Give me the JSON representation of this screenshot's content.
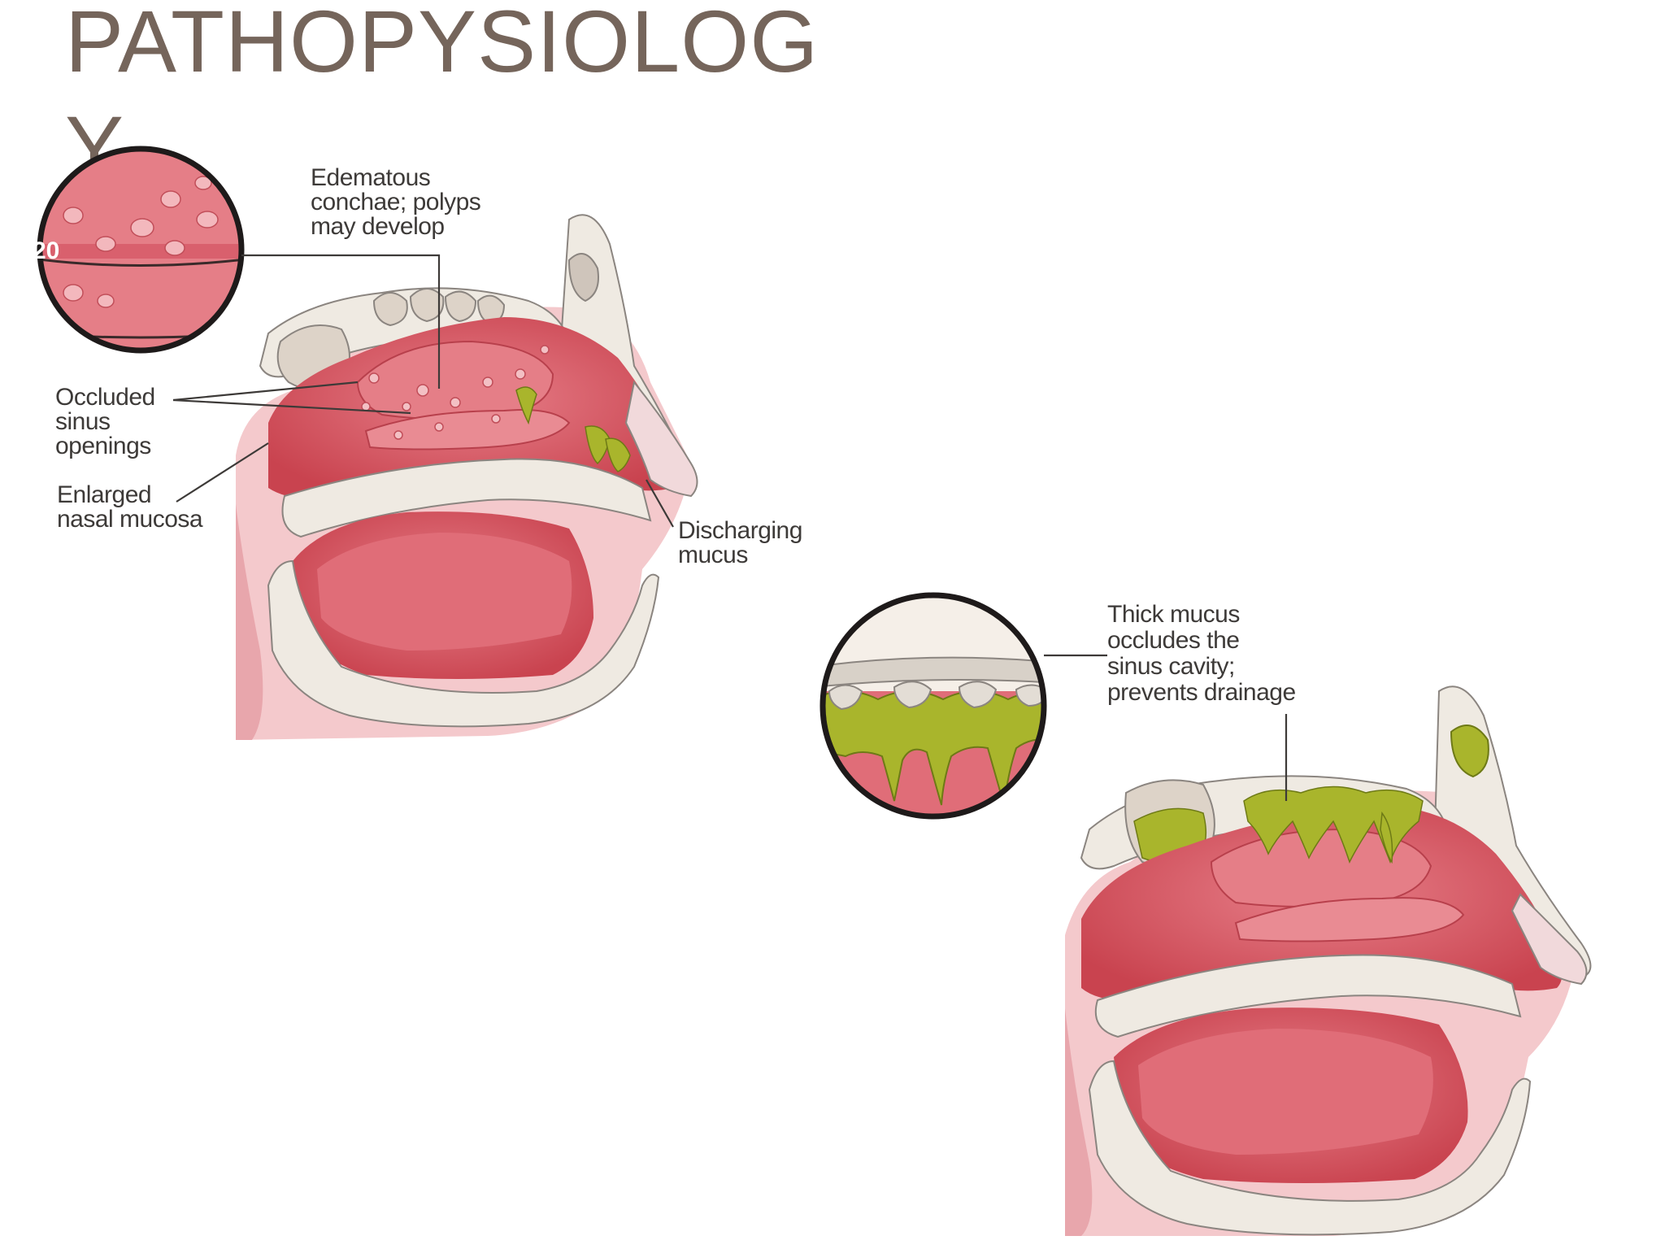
{
  "slide": {
    "title": "PATHOPYSIOLOGY",
    "slide_number": "20"
  },
  "figure_left": {
    "labels": {
      "conchae": "Edematous\nconchae; polyps\nmay develop",
      "sinus_openings": "Occluded\nsinus\nopenings",
      "mucosa": "Enlarged\nnasal mucosa",
      "discharge": "Discharging\nmucus"
    }
  },
  "figure_right": {
    "labels": {
      "thick_mucus": "Thick mucus\noccludes the\nsinus cavity;\nprevents drainage"
    }
  },
  "colors": {
    "title": "#75655b",
    "tissue": "#d9606d",
    "tissue_light": "#f0a7ae",
    "bone": "#efeae2",
    "mucus": "#a9b52c"
  }
}
